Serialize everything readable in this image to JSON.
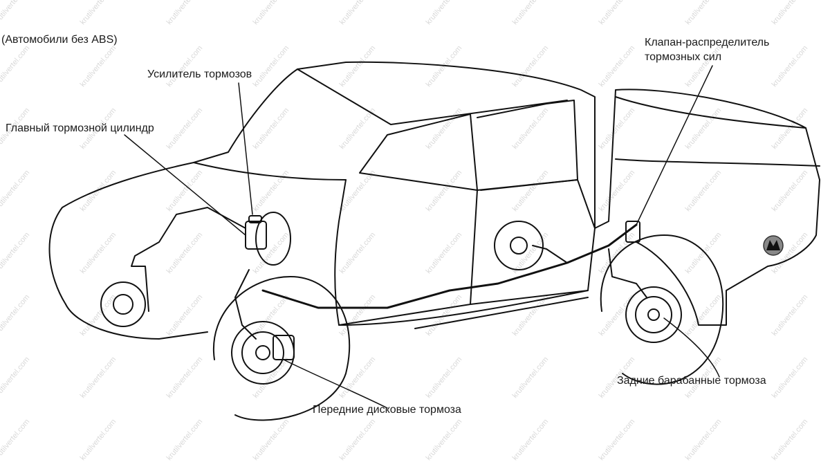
{
  "diagram": {
    "subtitle": "(Автомобили без ABS)",
    "labels": {
      "booster": "Усилитель тормозов",
      "master_cylinder": "Главный тормозной цилиндр",
      "proportioning_valve_line1": "Клапан-распределитель",
      "proportioning_valve_line2": "тормозных сил",
      "rear_brakes": "Задние барабанные тормоза",
      "front_brakes": "Передние дисковые тормоза"
    },
    "watermark": "krutilvertel.com",
    "logo": "mitsubishi-style-badge"
  }
}
